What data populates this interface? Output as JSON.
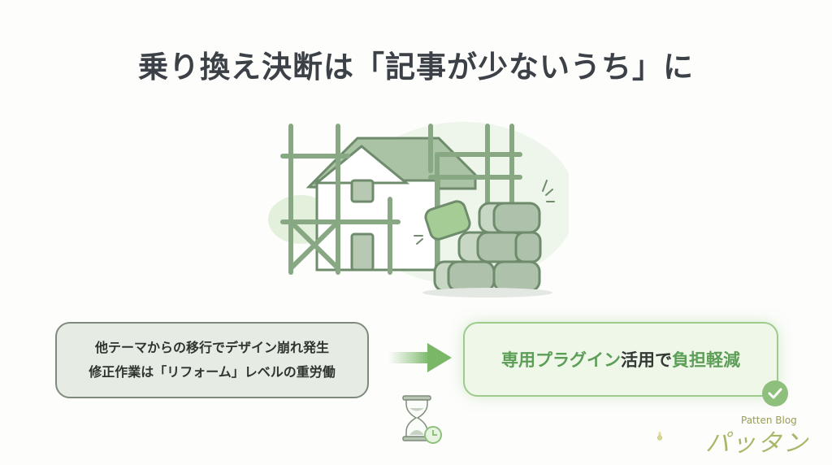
{
  "title": "乗り換え決断は「記事が少ないうち」に",
  "illustration": {
    "description": "house-under-construction-with-scaffolding-and-stone-blocks"
  },
  "problem_box": {
    "line1": "他テーマからの移行でデザイン崩れ発生",
    "line2": "修正作業は「リフォーム」レベルの重労働"
  },
  "solution_box": {
    "part1": "専用プラグイン",
    "part2": "活用で",
    "part3": "負担軽減"
  },
  "logo": {
    "subtitle": "Patten Blog",
    "name": "パッタン"
  },
  "colors": {
    "accent_green": "#5d9e57",
    "title_text": "#3b4146",
    "problem_bg": "#e6ece3",
    "solution_bg": "#eef7e8",
    "check_green": "#8fbf7c"
  }
}
